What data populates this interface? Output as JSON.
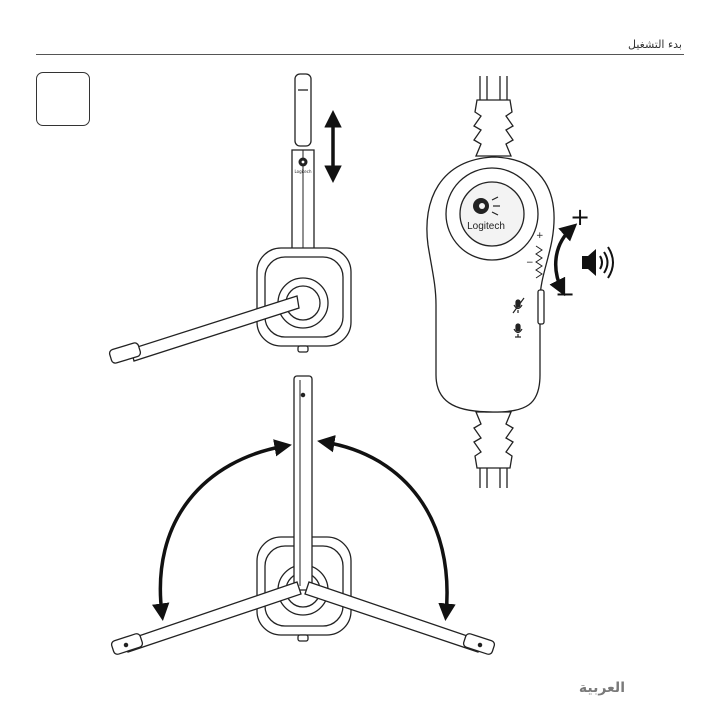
{
  "header": {
    "section_title": "بدء التشغيل"
  },
  "footer": {
    "language": "العربية"
  },
  "figure": {
    "headset_brand_small": "Logitech",
    "controller_brand": "Logitech",
    "volume_plus": "+",
    "volume_minus": "−",
    "wheel_plus": "+",
    "wheel_minus": "−",
    "icons": [
      "speaker-volume-icon",
      "mic-mute-icon",
      "mic-icon",
      "logitech-logo-icon"
    ]
  }
}
